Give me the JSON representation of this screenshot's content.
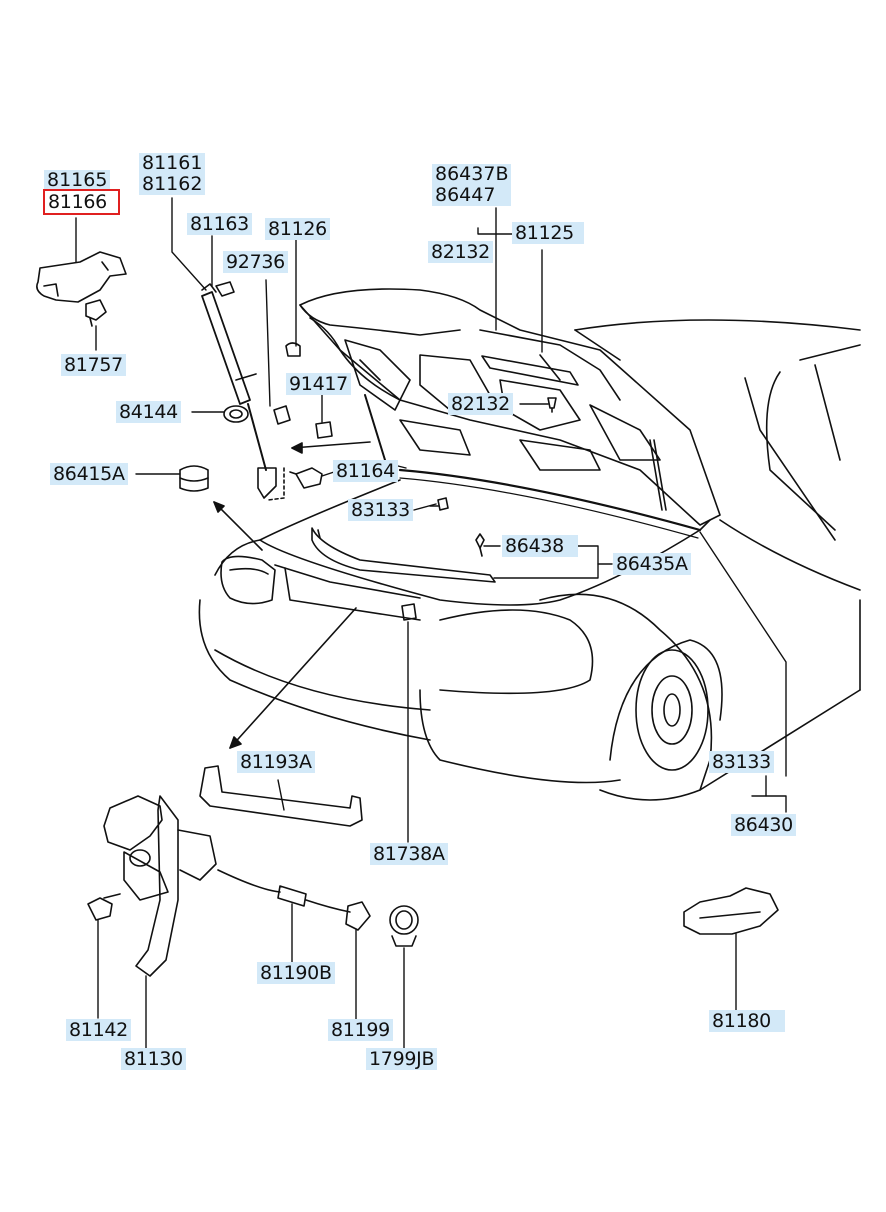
{
  "labels": {
    "p81165": "81165",
    "p81166": "81166",
    "p81757": "81757",
    "p81161": "81161",
    "p81162": "81162",
    "p81163": "81163",
    "p81126": "81126",
    "p92736": "92736",
    "p91417": "91417",
    "p84144": "84144",
    "p86415A": "86415A",
    "p81164": "81164",
    "p83133a": "83133",
    "p86437B": "86437B",
    "p86447": "86447",
    "p82132a": "82132",
    "p81125": "81125",
    "p82132b": "82132",
    "p86438": "86438",
    "p86435A": "86435A",
    "p81193A": "81193A",
    "p81738A": "81738A",
    "p83133b": "83133",
    "p86430": "86430",
    "p81190B": "81190B",
    "p81199": "81199",
    "p1799JB": "1799JB",
    "p81142": "81142",
    "p81130": "81130",
    "p81180": "81180"
  },
  "selected_part": "81166",
  "colors": {
    "label_bg": "#d3e9f8",
    "highlight": "#e02020",
    "line": "#111111"
  }
}
